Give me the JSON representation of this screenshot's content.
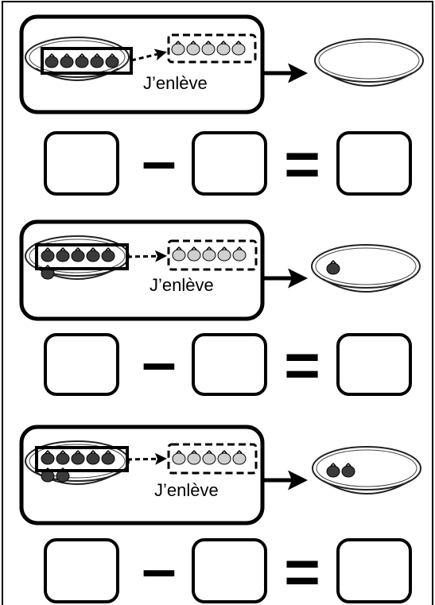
{
  "exercises": [
    {
      "action_label": "J’enlève",
      "start_count": 5,
      "removed_count": 5,
      "remaining_count": 0,
      "minus_sign": "–",
      "equals_sign": "="
    },
    {
      "action_label": "J’enlève",
      "start_count": 6,
      "removed_count": 5,
      "remaining_count": 1,
      "minus_sign": "–",
      "equals_sign": "="
    },
    {
      "action_label": "J’enlève",
      "start_count": 7,
      "removed_count": 5,
      "remaining_count": 2,
      "minus_sign": "–",
      "equals_sign": "="
    }
  ],
  "colors": {
    "ink": "#000000",
    "tomato_dark": "#3a3a3a",
    "tomato_removed": "#cfcfcf",
    "paper": "#ffffff"
  }
}
